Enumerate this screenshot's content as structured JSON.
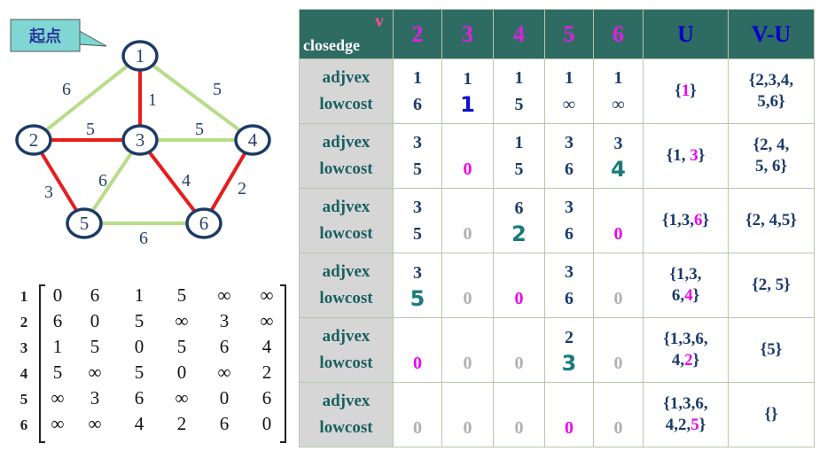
{
  "callout": {
    "text": "起点"
  },
  "graph": {
    "nodes": [
      "1",
      "2",
      "3",
      "4",
      "5",
      "6"
    ],
    "edges": [
      {
        "from": "1",
        "to": "2",
        "w": "6",
        "color": "green"
      },
      {
        "from": "1",
        "to": "3",
        "w": "1",
        "color": "red"
      },
      {
        "from": "1",
        "to": "4",
        "w": "5",
        "color": "green"
      },
      {
        "from": "2",
        "to": "3",
        "w": "5",
        "color": "red"
      },
      {
        "from": "3",
        "to": "4",
        "w": "5",
        "color": "green"
      },
      {
        "from": "2",
        "to": "5",
        "w": "3",
        "color": "red"
      },
      {
        "from": "3",
        "to": "5",
        "w": "6",
        "color": "green"
      },
      {
        "from": "3",
        "to": "6",
        "w": "4",
        "color": "red"
      },
      {
        "from": "4",
        "to": "6",
        "w": "2",
        "color": "red"
      },
      {
        "from": "5",
        "to": "6",
        "w": "6",
        "color": "green"
      }
    ],
    "colors": {
      "red": "#e81c1c",
      "green": "#b8dc88",
      "node_stroke": "#1d3b66",
      "label": "#2a3f66"
    }
  },
  "matrix": {
    "row_labels": [
      "1",
      "2",
      "3",
      "4",
      "5",
      "6"
    ],
    "rows": [
      [
        "0",
        "6",
        "1",
        "5",
        "∞",
        "∞"
      ],
      [
        "6",
        "0",
        "5",
        "∞",
        "3",
        "∞"
      ],
      [
        "1",
        "5",
        "0",
        "5",
        "6",
        "4"
      ],
      [
        "5",
        "∞",
        "5",
        "0",
        "∞",
        "2"
      ],
      [
        "∞",
        "3",
        "6",
        "∞",
        "0",
        "6"
      ],
      [
        "∞",
        "∞",
        "4",
        "2",
        "6",
        "0"
      ]
    ]
  },
  "table": {
    "corner_v": "v",
    "corner_label": "closedge",
    "headers": [
      "2",
      "3",
      "4",
      "5",
      "6"
    ],
    "header_U": "U",
    "header_VU": "V-U",
    "adj_label": "adjvex",
    "cost_label": "lowcost",
    "rows": [
      {
        "cells": [
          {
            "a": "1",
            "c": "6"
          },
          {
            "a": "1",
            "c": "1",
            "cstyle": "big bl"
          },
          {
            "a": "1",
            "c": "5"
          },
          {
            "a": "1",
            "c": "∞"
          },
          {
            "a": "1",
            "c": "∞"
          }
        ],
        "U": [
          {
            "t": "{"
          },
          {
            "t": "1",
            "m": true
          },
          {
            "t": "}"
          }
        ],
        "VU": "{2,3,4,\n5,6}"
      },
      {
        "cells": [
          {
            "a": "3",
            "c": "5"
          },
          {
            "a": "",
            "c": "0",
            "cstyle": "mg"
          },
          {
            "a": "1",
            "c": "5"
          },
          {
            "a": "3",
            "c": "6"
          },
          {
            "a": "3",
            "c": "4",
            "cstyle": "big tl"
          }
        ],
        "U": [
          {
            "t": "{1, "
          },
          {
            "t": "3",
            "m": true
          },
          {
            "t": "}"
          }
        ],
        "VU": "{2, 4,\n5, 6}"
      },
      {
        "cells": [
          {
            "a": "3",
            "c": "5"
          },
          {
            "a": "",
            "c": "0",
            "cstyle": "gr"
          },
          {
            "a": "6",
            "c": "2",
            "cstyle": "big tl"
          },
          {
            "a": "3",
            "c": "6"
          },
          {
            "a": "",
            "c": "0",
            "cstyle": "mg"
          }
        ],
        "U": [
          {
            "t": "{1,3,"
          },
          {
            "t": "6",
            "m": true
          },
          {
            "t": "}"
          }
        ],
        "VU": "{2, 4,5}"
      },
      {
        "cells": [
          {
            "a": "3",
            "c": "5",
            "cstyle": "big tl"
          },
          {
            "a": "",
            "c": "0",
            "cstyle": "gr"
          },
          {
            "a": "",
            "c": "0",
            "cstyle": "mg"
          },
          {
            "a": "3",
            "c": "6"
          },
          {
            "a": "",
            "c": "0",
            "cstyle": "gr"
          }
        ],
        "U": [
          {
            "t": "{1,3,\n6,"
          },
          {
            "t": "4",
            "m": true
          },
          {
            "t": "}"
          }
        ],
        "VU": "{2, 5}"
      },
      {
        "cells": [
          {
            "a": "",
            "c": "0",
            "cstyle": "mg"
          },
          {
            "a": "",
            "c": "0",
            "cstyle": "gr"
          },
          {
            "a": "",
            "c": "0",
            "cstyle": "gr"
          },
          {
            "a": "2",
            "c": "3",
            "cstyle": "big tl"
          },
          {
            "a": "",
            "c": "0",
            "cstyle": "gr"
          }
        ],
        "U": [
          {
            "t": "{1,3,6,\n4,"
          },
          {
            "t": "2",
            "m": true
          },
          {
            "t": "}"
          }
        ],
        "VU": "{5}"
      },
      {
        "cells": [
          {
            "a": "",
            "c": "0",
            "cstyle": "gr"
          },
          {
            "a": "",
            "c": "0",
            "cstyle": "gr"
          },
          {
            "a": "",
            "c": "0",
            "cstyle": "gr"
          },
          {
            "a": "",
            "c": "0",
            "cstyle": "mg"
          },
          {
            "a": "",
            "c": "0",
            "cstyle": "gr"
          }
        ],
        "U": [
          {
            "t": "{1,3,6,\n4,2,"
          },
          {
            "t": "5",
            "m": true
          },
          {
            "t": "}"
          }
        ],
        "VU": "{}"
      }
    ]
  }
}
